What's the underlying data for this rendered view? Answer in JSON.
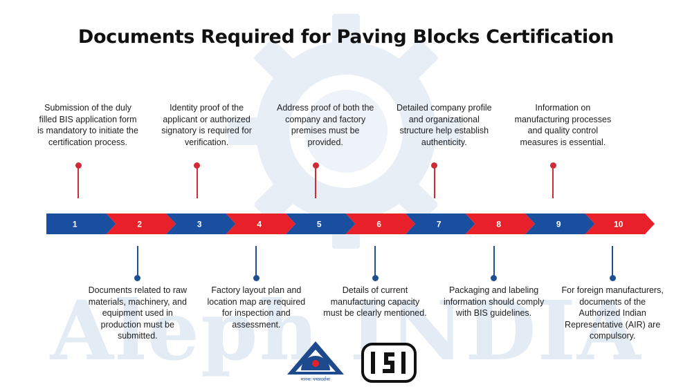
{
  "title": "Documents Required for Paving Blocks Certification",
  "watermark_text": "Aleph INDIA",
  "colors": {
    "blue": "#1a4fa0",
    "red": "#e8202a",
    "stem_red": "#cf2a36",
    "stem_blue": "#1e4f8f"
  },
  "steps": [
    {
      "number": "1",
      "color": "blue",
      "position": "top",
      "text": "Submission of the duly filled BIS application form is mandatory to initiate the certification process."
    },
    {
      "number": "2",
      "color": "red",
      "position": "bottom",
      "text": "Documents related to raw materials, machinery, and equipment used in production must be submitted."
    },
    {
      "number": "3",
      "color": "blue",
      "position": "top",
      "text": "Identity proof of the applicant or authorized signatory is required for verification."
    },
    {
      "number": "4",
      "color": "red",
      "position": "bottom",
      "text": "Factory layout plan and location map are required for inspection and assessment."
    },
    {
      "number": "5",
      "color": "blue",
      "position": "top",
      "text": "Address proof of both the company and factory premises must be provided."
    },
    {
      "number": "6",
      "color": "red",
      "position": "bottom",
      "text": "Details of current manufacturing capacity must be clearly mentioned."
    },
    {
      "number": "7",
      "color": "blue",
      "position": "top",
      "text": "Detailed company profile and organizational structure help establish authenticity."
    },
    {
      "number": "8",
      "color": "red",
      "position": "bottom",
      "text": "Packaging and labeling information should comply with BIS guidelines."
    },
    {
      "number": "9",
      "color": "blue",
      "position": "top",
      "text": "Information on manufacturing processes and quality control measures is essential."
    },
    {
      "number": "10",
      "color": "red",
      "position": "bottom",
      "text": "For foreign manufacturers, documents of the Authorized Indian Representative (AIR) are compulsory."
    }
  ],
  "logos": {
    "bis_caption": "मानकः पथप्रदर्शकः",
    "isi_letters": "ISI"
  }
}
